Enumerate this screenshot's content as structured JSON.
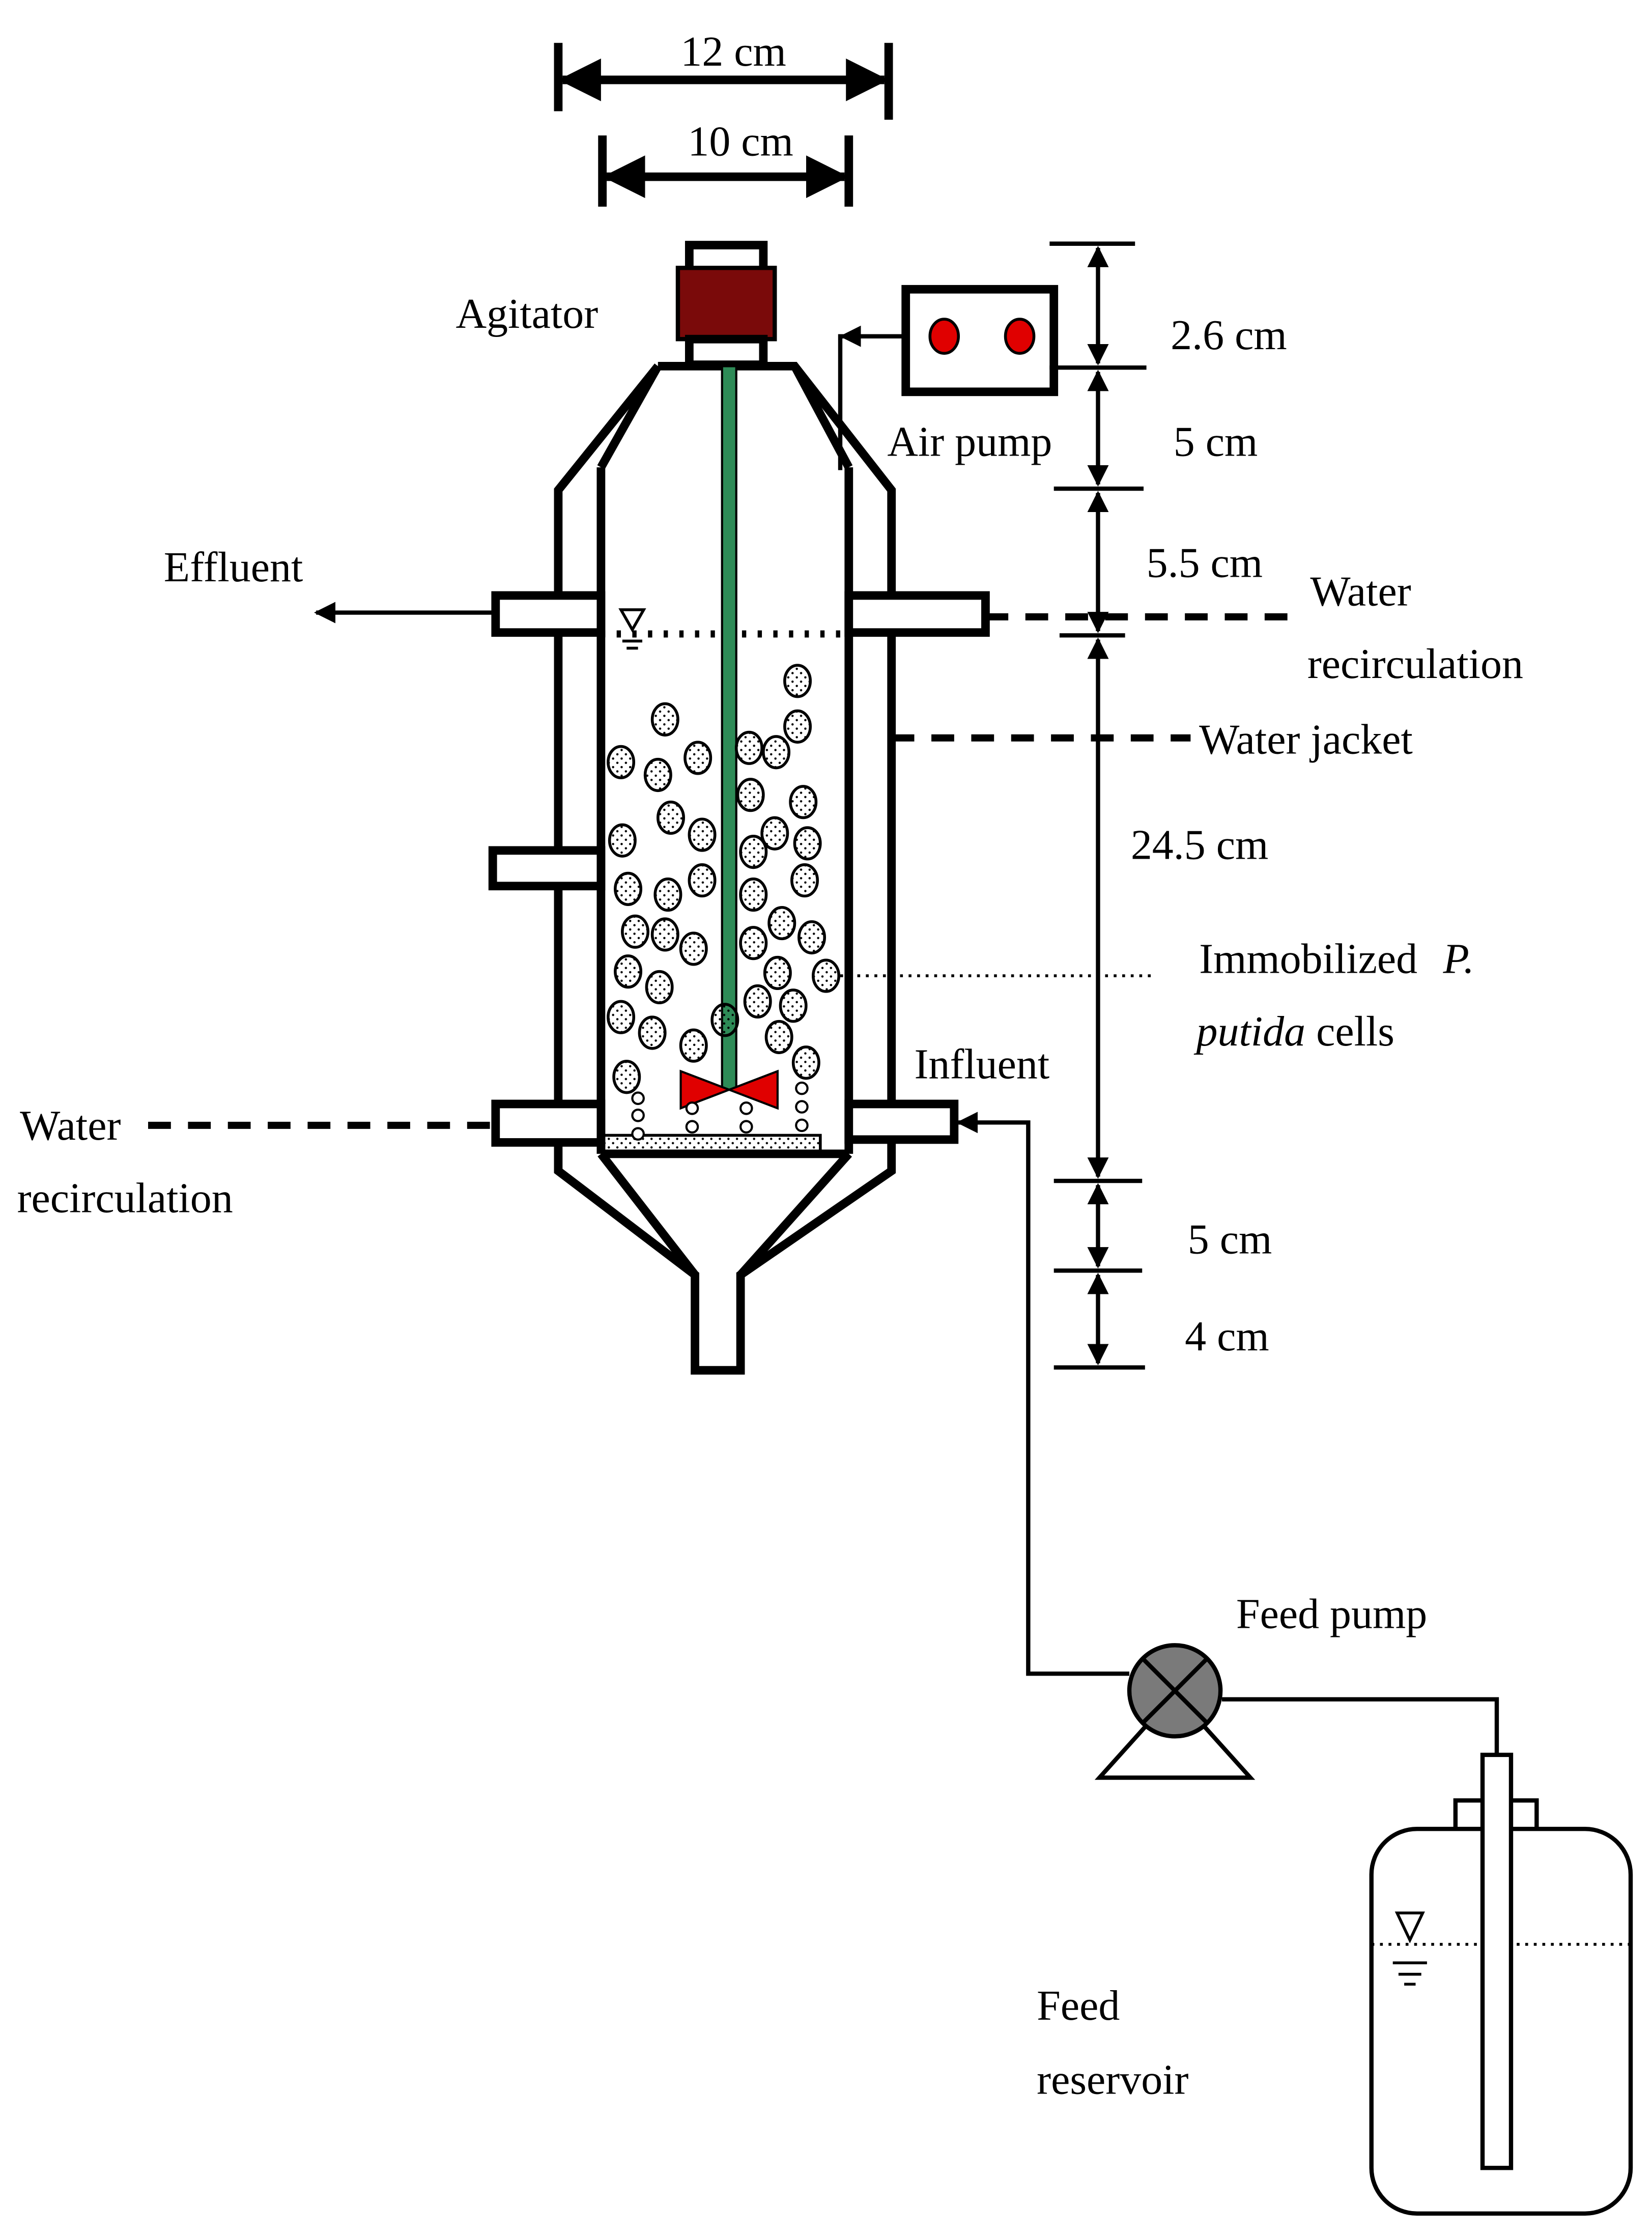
{
  "dimensions": {
    "outer_width": "12 cm",
    "inner_width": "10 cm",
    "vertical": [
      "2.6 cm",
      "5 cm",
      "5.5 cm",
      "24.5 cm",
      "5 cm",
      "4 cm"
    ]
  },
  "labels": {
    "agitator": "Agitator",
    "air_pump": "Air pump",
    "effluent": "Effluent",
    "water_recirculation_top": [
      "Water",
      "recirculation"
    ],
    "water_jacket": "Water jacket",
    "immobilized_line1_a": "Immobilized",
    "immobilized_line1_b": "P.",
    "immobilized_line2_a": "putida",
    "immobilized_line2_b": " cells",
    "influent": "Influent",
    "water_recirculation_bottom": [
      "Water",
      "recirculation"
    ],
    "feed_pump": "Feed pump",
    "feed_reservoir": [
      "Feed",
      "reservoir"
    ]
  },
  "colors": {
    "agitator_motor": "#7a0a0a",
    "stirrer_shaft": "#2e8b57",
    "impeller": "#e00000",
    "air_pump_indicator": "#e00000",
    "feed_pump_body": "#7a7a7a"
  }
}
